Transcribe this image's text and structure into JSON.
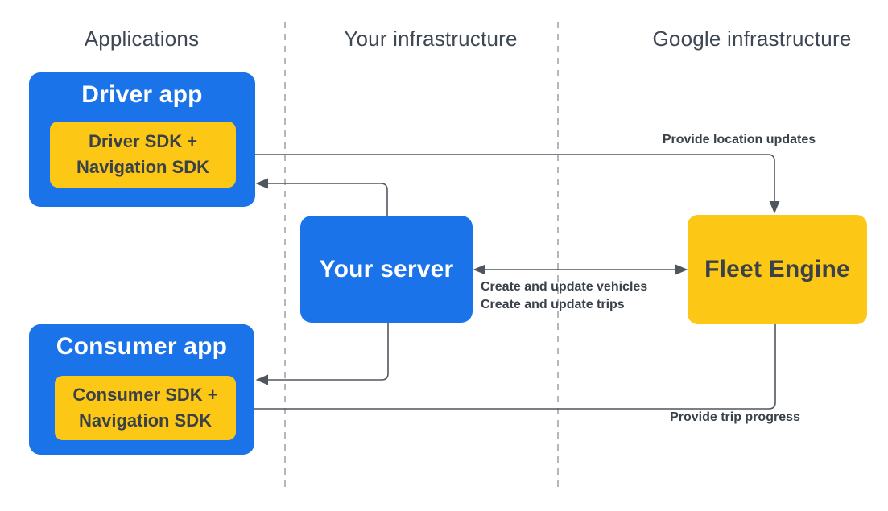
{
  "diagram": {
    "columns": [
      {
        "label": "Applications"
      },
      {
        "label": "Your infrastructure"
      },
      {
        "label": "Google infrastructure"
      }
    ],
    "nodes": {
      "driver_app": {
        "title": "Driver app",
        "sdk_line1": "Driver SDK +",
        "sdk_line2": "Navigation SDK"
      },
      "consumer_app": {
        "title": "Consumer app",
        "sdk_line1": "Consumer SDK +",
        "sdk_line2": "Navigation SDK"
      },
      "your_server": {
        "title": "Your server"
      },
      "fleet_engine": {
        "title": "Fleet Engine"
      }
    },
    "edges": {
      "provide_location_updates": {
        "label": "Provide location updates"
      },
      "create_update_vehicles": {
        "label": "Create and update vehicles"
      },
      "create_update_trips": {
        "label": "Create and update trips"
      },
      "provide_trip_progress": {
        "label": "Provide trip progress"
      }
    },
    "colors": {
      "node_blue": "#1a73e8",
      "node_yellow": "#fcc815",
      "text_on_blue": "#ffffff",
      "text_dark": "#3a4149",
      "heading_text": "#3e4754",
      "arrow": "#50565e",
      "divider": "#9aa0a6"
    }
  }
}
